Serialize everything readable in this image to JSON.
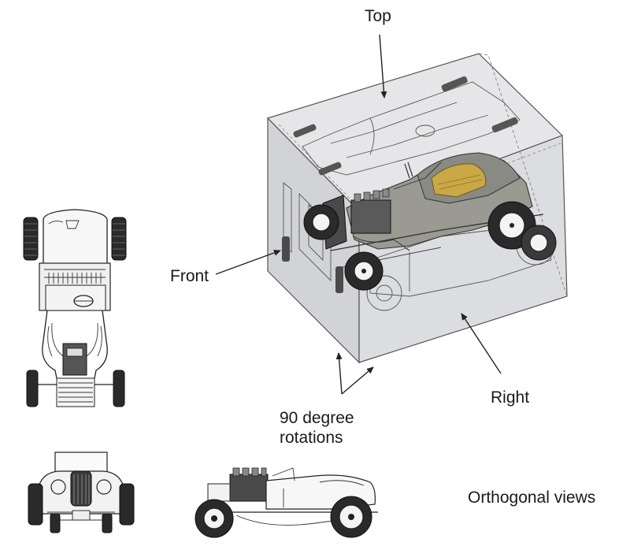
{
  "labels": {
    "top": "Top",
    "front": "Front",
    "right": "Right",
    "rotations_line1": "90 degree",
    "rotations_line2": "rotations",
    "orthogonal": "Orthogonal views"
  },
  "colors": {
    "cube_top": "#e6e6e8",
    "cube_front": "#d2d3d6",
    "cube_right": "#dcdde0",
    "car_body": "#9a9a92",
    "seat": "#c9a845",
    "arrow": "#222222"
  }
}
